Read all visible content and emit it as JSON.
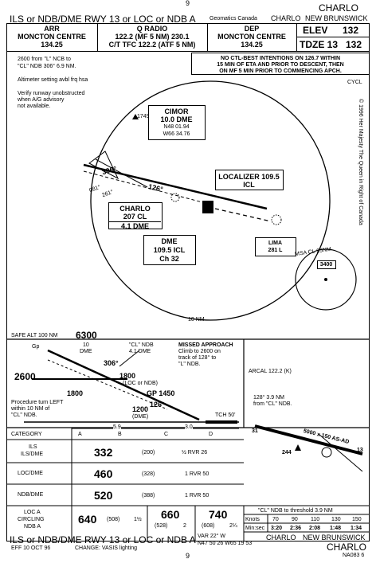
{
  "page_num_top": "9",
  "page_num_bottom": "9",
  "header": {
    "procedure_title": "ILS or NDB/DME RWY 13 or LOC or NDB A",
    "publisher": "Geomatics Canada",
    "airport": "CHARLO",
    "province": "NEW BRUNSWICK",
    "top_right_city": "CHARLO"
  },
  "comms": {
    "arr_label": "ARR",
    "arr_name": "MONCTON CENTRE",
    "arr_freq": "134.25",
    "radio_label": "Q RADIO",
    "radio_line1": "122.2 (MF 5 NM) 230.1",
    "radio_line2": "C/T TFC 122.2 (ATF 5 NM)",
    "dep_label": "DEP",
    "dep_name": "MONCTON CENTRE",
    "dep_freq": "134.25",
    "elev_label": "ELEV",
    "elev_value": "132",
    "tdze_label": "TDZE 13",
    "tdze_value": "132"
  },
  "notes": {
    "note1": "2600 from \"L\" NCB to",
    "note1b": "\"CL\" NDB 306° 6.9 NM.",
    "note2": "Altimeter setting avbl frq hsa",
    "note3a": "Verify runway unobstructed",
    "note3b": "when A/G advisory",
    "note3c": "not available.",
    "warning1": "NO CTL-BEST INTENTIONS ON 126.7 WITHIN",
    "warning2": "15 MIN OF ETA AND PRIOR TO DESCENT, THEN",
    "warning3": "ON MF 5 MIN PRIOR TO COMMENCING APCH.",
    "cycl": "CYCL",
    "copyright": "© 1996 Her Majesty The Queen in Right of Canada"
  },
  "plan": {
    "elev_1749": "1749",
    "cimor_name": "CIMOR",
    "cimor_dme": "10.0 DME",
    "cimor_lat": "N48 01.94",
    "cimor_lon": "W66 34.76",
    "crs_306": "306°",
    "crs_126": "126°",
    "crs_081": "081°",
    "crs_261": "261°",
    "charlo_box": "CHARLO",
    "charlo_freq": "207 CL",
    "charlo_dme": "4.1 DME",
    "loc_box": "LOCALIZER 109.5",
    "loc_id": "ICL",
    "dme_box": "DME",
    "dme_freq": "109.5 ICL",
    "dme_ch": "Ch 32",
    "lima_box": "LIMA",
    "lima_freq": "281 L",
    "ten_nm": "10 NM",
    "msa_label": "MSA  CL  25NM",
    "msa_value": "3400",
    "safe_alt_label": "SAFE ALT 100 NM",
    "safe_alt_value": "6300"
  },
  "profile": {
    "gp_label": "Gp",
    "ten": "10",
    "dme_label": "DME",
    "cl_ndb": "\"CL\" NDB",
    "cl_dme": "4.1 DME",
    "crs_306": "306°",
    "alt_2600": "2600",
    "alt_1800a": "1800",
    "loc_or_ndb": "(LOC or NDB)",
    "alt_1800b": "1800",
    "gp_1450": "GP 1450",
    "crs_126": "126°",
    "alt_1200": "1200",
    "dme_paren": "(DME)",
    "tch": "TCH 50'",
    "proc_turn1": "Procedure turn LEFT",
    "proc_turn2": "within 10 NM of",
    "proc_turn3": "\"CL\" NDB.",
    "missed1": "MISSED APPROACH",
    "missed2": "Climb to 2600 on",
    "missed3": "track of 128° to",
    "missed4": "\"L\" NDB.",
    "dist_59": "5.9",
    "dist_30": "3.0"
  },
  "aerodrome": {
    "arcal": "ARCAL 122.2 (K)",
    "note1": "128°  3.9 NM",
    "note2": "from \"CL\" NDB.",
    "rwy_label": "5000 x 150  AS-AD",
    "elev_244": "244",
    "rwy_num_a": "31",
    "rwy_num_b": "13"
  },
  "minima": {
    "category_label": "CATEGORY",
    "cats": [
      "A",
      "B",
      "C",
      "D"
    ],
    "rows": [
      {
        "label1": "ILS",
        "label2": "ILS/DME",
        "alt": "332",
        "hat": "(200)",
        "vis": "½  RVR 26"
      },
      {
        "label1": "",
        "label2": "LOC/DME",
        "alt": "460",
        "hat": "(328)",
        "vis": "1  RVR 50"
      },
      {
        "label1": "",
        "label2": "NDB/DME",
        "alt": "520",
        "hat": "(388)",
        "vis": "1  RVR 50"
      }
    ],
    "circ_label1": "LOC A",
    "circ_label2": "CIRCLING",
    "circ_label3": "NDB A",
    "circ_ab_alt": "640",
    "circ_ab_hat": "(508)",
    "circ_ab_vis": "1½",
    "circ_c_alt": "660",
    "circ_c_hat": "(528)",
    "circ_c_vis": "2",
    "circ_d_alt": "740",
    "circ_d_hat": "(608)",
    "circ_d_vis": "2¼"
  },
  "timing": {
    "title": "\"CL\" NDB to threshold 3.9 NM",
    "knots_label": "Knots",
    "knots": [
      "70",
      "90",
      "110",
      "130",
      "150"
    ],
    "minsec_label": "Min:sec",
    "times": [
      "3:20",
      "2:36",
      "2:08",
      "1:48",
      "1:34"
    ]
  },
  "footer": {
    "var": "VAR 22° W",
    "eff": "EFF 10 OCT 96",
    "change": "CHANGE: VASIS lighting",
    "coords": "N47 50 26 W65 19 53",
    "airport": "CHARLO",
    "province": "NEW BRUNSWICK",
    "procedure_title": "ILS or NDB/DME RWY 13 or LOC or NDB A",
    "bottom_city": "CHARLO",
    "chart_id": "NA083 6"
  }
}
